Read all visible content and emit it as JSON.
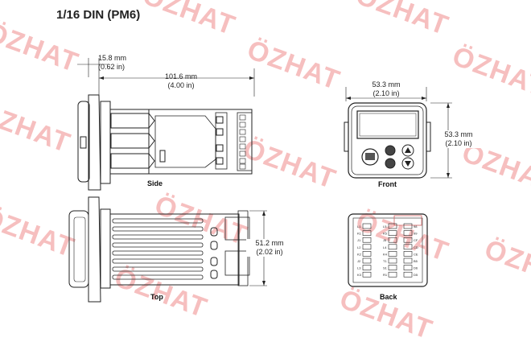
{
  "title": "1/16 DIN (PM6)",
  "dimensions": {
    "depth_front": {
      "mm": "15.8 mm",
      "in": "(0.62 in)"
    },
    "depth_total": {
      "mm": "101.6 mm",
      "in": "(4.00 in)"
    },
    "front_width": {
      "mm": "53.3 mm",
      "in": "(2.10 in)"
    },
    "front_height": {
      "mm": "53.3 mm",
      "in": "(2.10 in)"
    },
    "top_height": {
      "mm": "51.2 mm",
      "in": "(2.02 in)"
    }
  },
  "views": {
    "side": "Side",
    "front": "Front",
    "top": "Top",
    "back": "Back"
  },
  "watermark": "ÖZHAT",
  "back_terminals": {
    "col1": [
      "L1",
      "K1",
      "J1",
      "L2",
      "K2",
      "J2",
      "L3",
      "K3"
    ],
    "col2": [
      "L5",
      "K5",
      "J5",
      "L4",
      "K4",
      "T1",
      "S1",
      "R1"
    ],
    "col3": [
      "98",
      "99",
      "CF",
      "CD",
      "CE",
      "B5",
      "D6",
      "D5"
    ]
  }
}
